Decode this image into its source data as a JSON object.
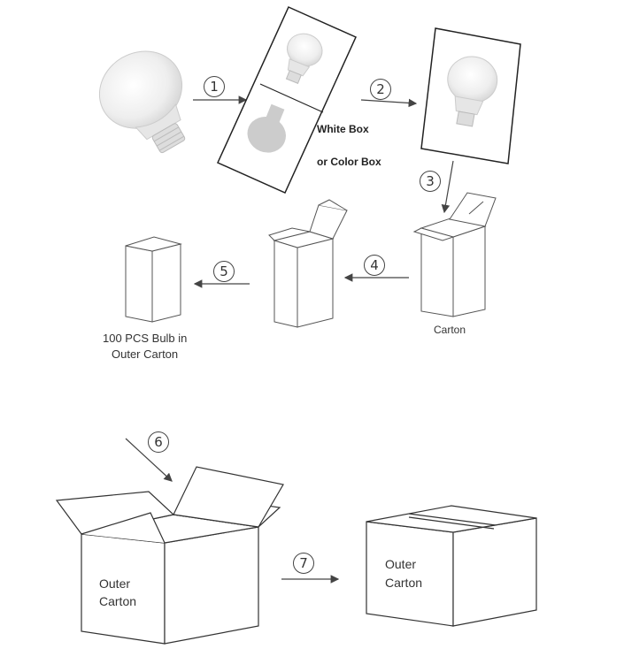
{
  "labels": {
    "white_box": "White Box",
    "color_box": "or Color Box",
    "carton": "Carton",
    "bulb_line1": "100 PCS Bulb in",
    "bulb_line2": "Outer Carton",
    "open_outer_line1": "Outer",
    "open_outer_line2": "Carton",
    "closed_outer_line1": "Outer",
    "closed_outer_line2": "Carton"
  },
  "steps": [
    "1",
    "2",
    "3",
    "4",
    "5",
    "6",
    "7"
  ],
  "colors": {
    "line": "#444444",
    "bulb_fill": "#eeeeee",
    "silhouette": "#cccccc"
  }
}
